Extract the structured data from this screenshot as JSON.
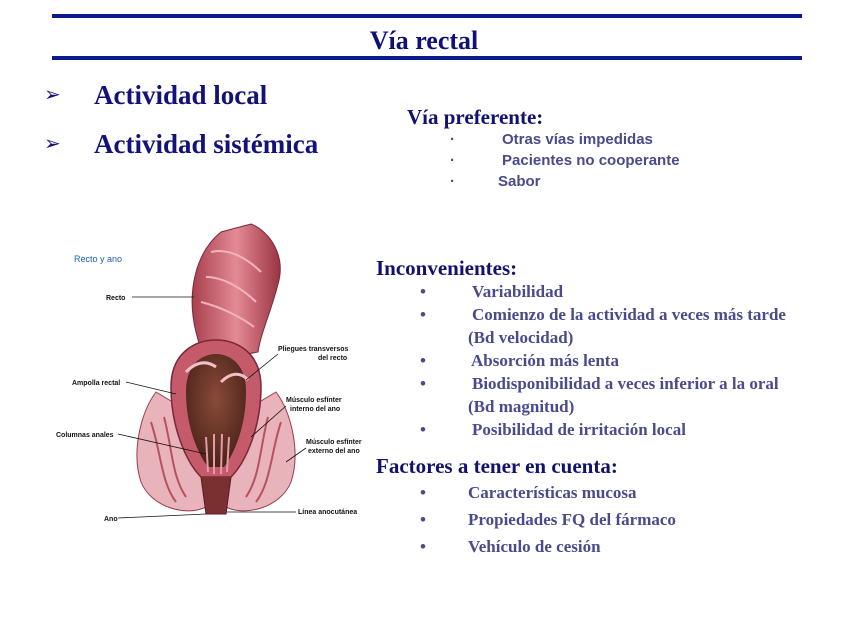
{
  "title": "Vía rectal",
  "main_points": [
    "Actividad local",
    "Actividad sistémica"
  ],
  "preferente": {
    "heading": "Vía preferente:",
    "items": [
      "Otras vías impedidas",
      "Pacientes no cooperante",
      "Sabor"
    ]
  },
  "inconvenientes": {
    "heading": "Inconvenientes:",
    "items": [
      "Variabilidad",
      "Comienzo de la actividad a veces más tarde",
      "(Bd velocidad)",
      "Absorción más lenta",
      "Biodisponibilidad a veces inferior a la oral",
      "(Bd magnitud)",
      "Posibilidad de irritación local"
    ]
  },
  "factores": {
    "heading": "Factores a tener en cuenta:",
    "items": [
      "Características  mucosa",
      "Propiedades FQ del fármaco",
      "Vehículo de cesión"
    ]
  },
  "figure": {
    "caption": "Recto y ano",
    "labels": {
      "recto": "Recto",
      "pliegues1": "Pliegues transversos",
      "pliegues2": "del recto",
      "ampolla": "Ampolla rectal",
      "int1": "Músculo esfínter",
      "int2": "interno del ano",
      "columnas": "Columnas anales",
      "ext1": "Músculo esfínter",
      "ext2": "externo del ano",
      "ano": "Ano",
      "linea": "Línea anocutánea"
    }
  },
  "colors": {
    "title": "#10107a",
    "rule": "#0b1a8c",
    "list_text": "#4a4a8c",
    "tissue": "#c45a6a"
  },
  "icons": {
    "bullet": "arrow-right-icon",
    "list": "dot-icon"
  }
}
